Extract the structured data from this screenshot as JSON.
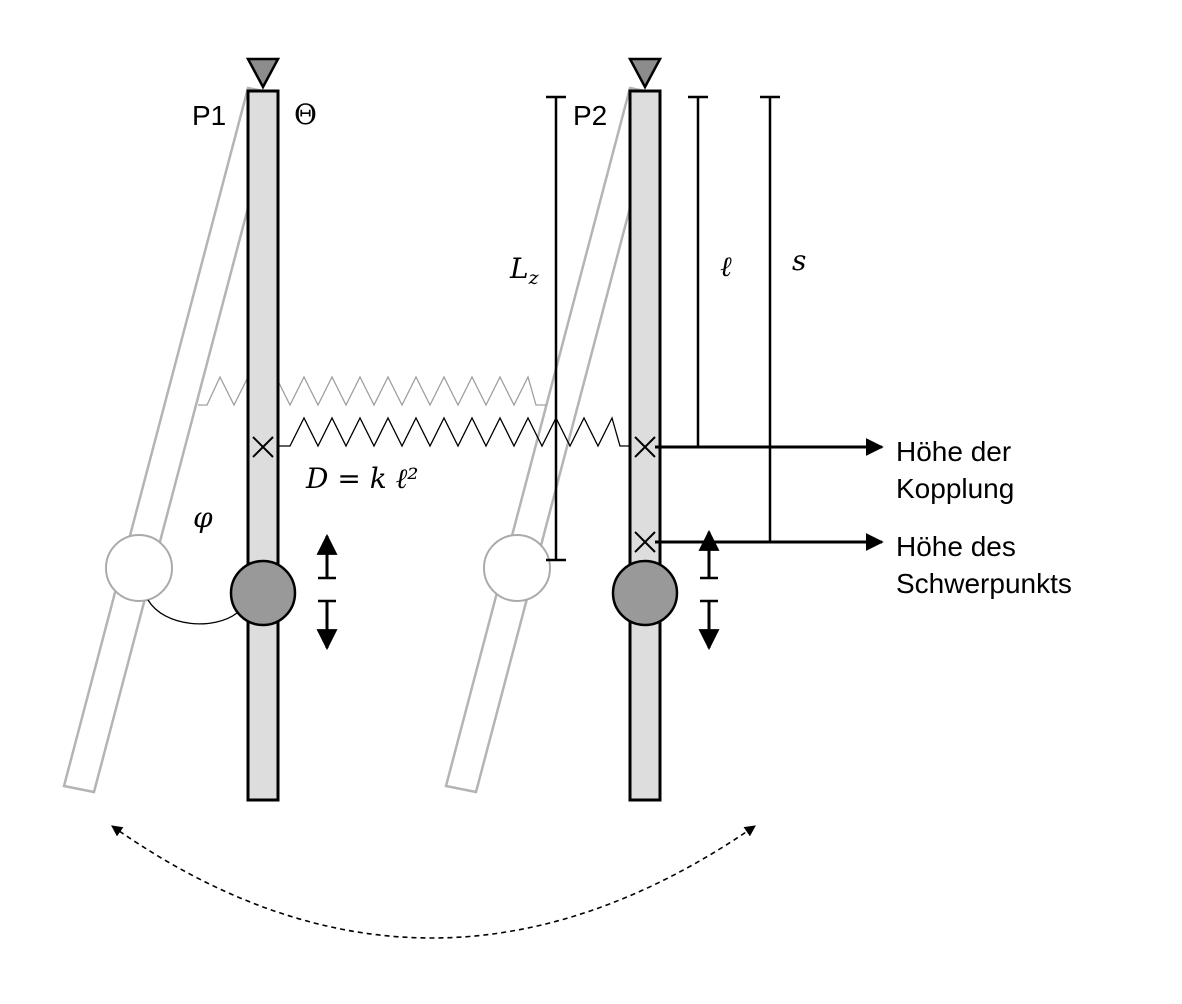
{
  "labels": {
    "pendulum1": "P1",
    "pendulum2": "P2",
    "theta": "Θ",
    "phi": "φ",
    "length_lz": "L",
    "length_lz_sub": "z",
    "length_l": "ℓ",
    "length_s": "s",
    "spring_constant": "D = k ℓ²",
    "coupling_height_line1": "Höhe der",
    "coupling_height_line2": "Kopplung",
    "cog_height_line1": "Höhe des",
    "cog_height_line2": "Schwerpunkts"
  }
}
